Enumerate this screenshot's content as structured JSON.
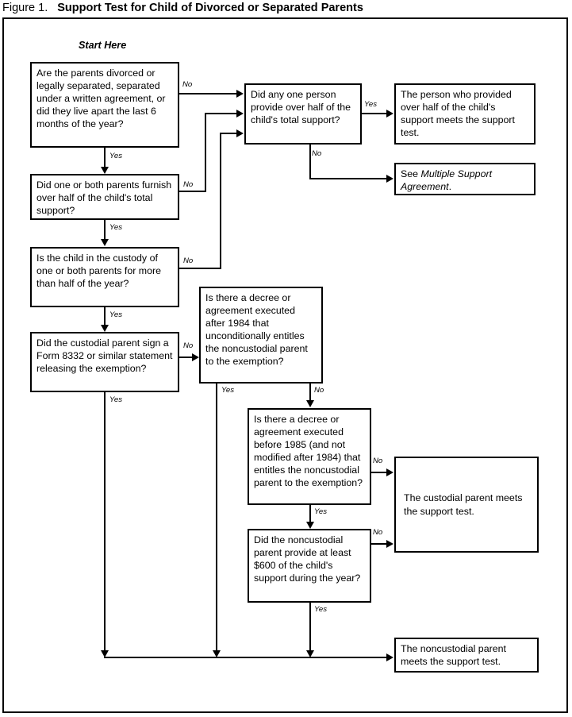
{
  "caption": {
    "figure_number": "Figure 1.",
    "title": "Support Test for Child of Divorced or Separated Parents"
  },
  "start_label": "Start Here",
  "edge_labels": {
    "yes": "Yes",
    "no": "No"
  },
  "nodes": {
    "q_divorced": "Are the parents divorced or legally separated, separated under a written agreement, or did they live apart the last 6 months of the year?",
    "q_half_support": "Did one or both parents furnish over half of the child's total support?",
    "q_custody": "Is the child in the custody of one or both parents for more than half of the year?",
    "q_form8332": "Did the custodial parent sign a Form 8332 or similar statement releasing the exemption?",
    "q_anyone_person": "Did any one person provide over half of the child's total support?",
    "r_person_meets": "The person who provided over half of the child's support meets the support test.",
    "r_multiple_support_prefix": "See ",
    "r_multiple_support_italic": "Multiple Support Agreement",
    "r_multiple_support_suffix": ".",
    "q_decree_after_1984": "Is there a decree or agreement executed after 1984 that unconditionally entitles the noncustodial parent to the exemption?",
    "q_decree_before_1985": "Is there a decree or agreement executed before 1985 (and not modified after 1984) that entitles the noncustodial parent to the exemption?",
    "q_600_support": "Did the noncustodial parent provide at least $600 of the child's support during the year?",
    "r_custodial_meets": "The custodial parent meets the support test.",
    "r_noncustodial_meets": "The noncustodial parent meets the support test."
  },
  "colors": {
    "line": "#000000",
    "background": "#ffffff",
    "text": "#000000"
  }
}
